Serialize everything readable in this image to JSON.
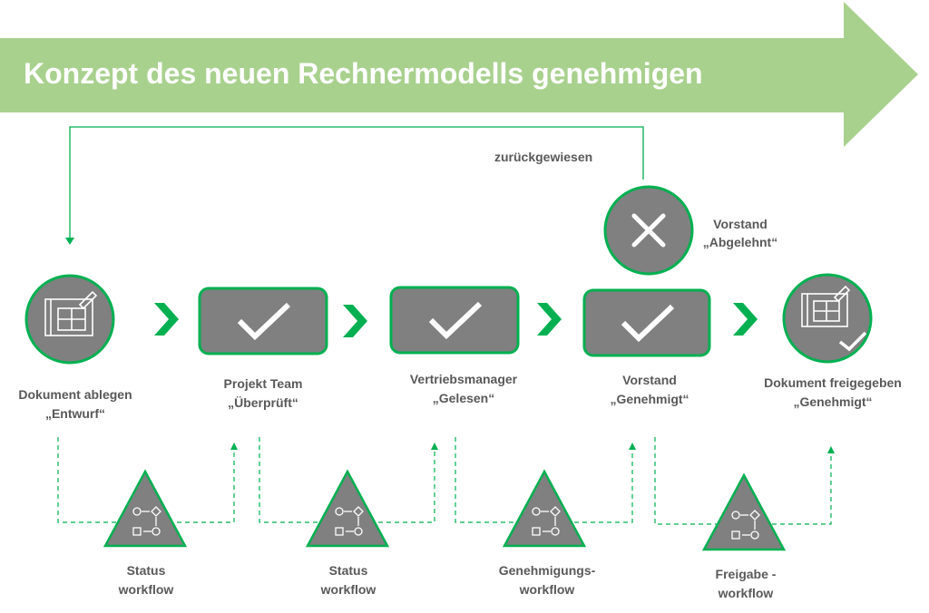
{
  "title": "Konzept des neuen Rechnermodells genehmigen",
  "colors": {
    "banner": "#a9d18e",
    "accent": "#00b050",
    "node_fill": "#808080",
    "node_border": "#00b050",
    "text": "#595959"
  },
  "loop_label": "zurückgewiesen",
  "rejected": {
    "icon": "x-icon",
    "label_line1": "Vorstand",
    "label_line2": "„Abgelehnt“"
  },
  "steps": [
    {
      "icon": "blueprint-icon",
      "line1": "Dokument ablegen",
      "line2": "„Entwurf“"
    },
    {
      "icon": "checkmark-icon",
      "line1": "Projekt Team",
      "line2": "„Überprüft“"
    },
    {
      "icon": "checkmark-icon",
      "line1": "Vertriebsmanager",
      "line2": "„Gelesen“"
    },
    {
      "icon": "checkmark-icon",
      "line1": "Vorstand",
      "line2": "„Genehmigt“"
    },
    {
      "icon": "blueprint-approved-icon",
      "line1": "Dokument freigegeben",
      "line2": "„Genehmigt“"
    }
  ],
  "workflows": [
    {
      "icon": "workflow-icon",
      "line1": "Status",
      "line2": "workflow"
    },
    {
      "icon": "workflow-icon",
      "line1": "Status",
      "line2": "workflow"
    },
    {
      "icon": "workflow-icon",
      "line1": "Genehmigungs-",
      "line2": "workflow"
    },
    {
      "icon": "workflow-icon",
      "line1": "Freigabe -",
      "line2": "workflow"
    }
  ]
}
